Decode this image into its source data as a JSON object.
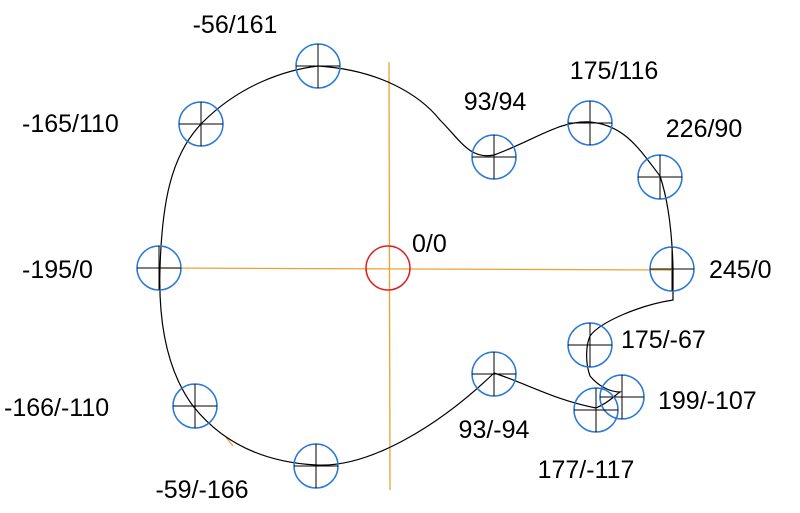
{
  "colors": {
    "axis": "#f0a030",
    "outline": "#000000",
    "origin_circle": "#e02020",
    "point_circle": "#2a78d8",
    "label": "#000000"
  },
  "origin": {
    "label": "0/0"
  },
  "points": [
    {
      "label": "-56/161"
    },
    {
      "label": "-165/110"
    },
    {
      "label": "-195/0"
    },
    {
      "label": "-166/-110"
    },
    {
      "label": "-59/-166"
    },
    {
      "label": "93/94"
    },
    {
      "label": "175/116"
    },
    {
      "label": "226/90"
    },
    {
      "label": "245/0"
    },
    {
      "label": "175/-67"
    },
    {
      "label": "199/-107"
    },
    {
      "label": "177/-117"
    },
    {
      "label": "93/-94"
    }
  ]
}
